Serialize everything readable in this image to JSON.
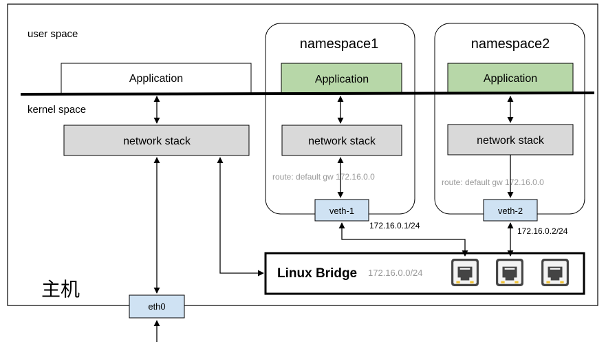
{
  "host": {
    "user_space_label": "user space",
    "kernel_space_label": "kernel space",
    "host_label": "主机",
    "application_label": "Application",
    "network_stack_label": "network stack",
    "eth_label": "eth0"
  },
  "namespaces": [
    {
      "title": "namespace1",
      "application_label": "Application",
      "network_stack_label": "network stack",
      "route_text": "route: default gw 172.16.0.0",
      "veth_label": "veth-1",
      "ip_label": "172.16.0.1/24"
    },
    {
      "title": "namespace2",
      "application_label": "Application",
      "network_stack_label": "network stack",
      "route_text": "route: default gw 172.16.0.0",
      "veth_label": "veth-2",
      "ip_label": "172.16.0.2/24"
    }
  ],
  "bridge": {
    "title": "Linux Bridge",
    "subnet": "172.16.0.0/24",
    "port_icon": "ethernet-port-icon",
    "port_count": 3
  },
  "colors": {
    "app_green": "#b7d7a8",
    "stack_gray": "#d9d9d9",
    "veth_blue": "#cfe2f3",
    "route_gray": "#999999",
    "port_led": "#f1c232"
  }
}
